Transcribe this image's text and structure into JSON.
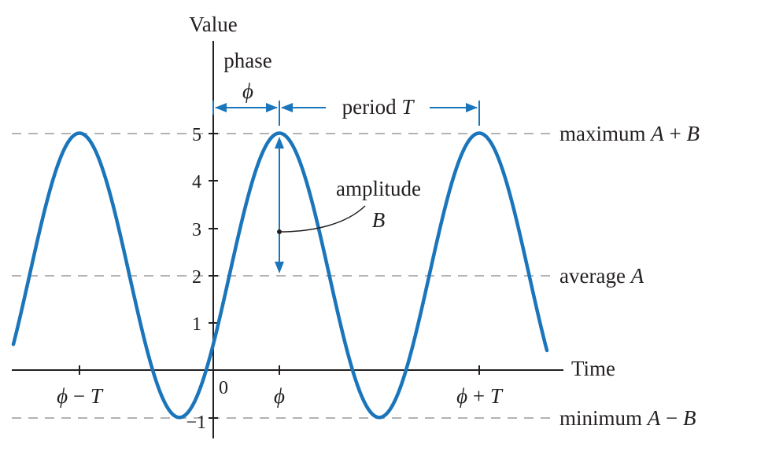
{
  "axes": {
    "y_label": "Value",
    "x_label": "Time",
    "y_ticks": [
      "5",
      "4",
      "3",
      "2",
      "1",
      "0",
      "−1"
    ],
    "x_ticks": {
      "phi_minus_T": {
        "symbol": "ϕ",
        "op": "−",
        "var": "T"
      },
      "phi": "ϕ",
      "phi_plus_T": {
        "symbol": "ϕ",
        "op": "+",
        "var": "T"
      }
    }
  },
  "annotations": {
    "phase_label": "phase",
    "phase_symbol": "ϕ",
    "period_text": "period ",
    "period_var": "T",
    "amplitude_label": "amplitude",
    "amplitude_var": "B",
    "maximum": {
      "text": "maximum ",
      "a": "A",
      "op": "+",
      "b": "B"
    },
    "average": {
      "text": "average ",
      "a": "A"
    },
    "minimum": {
      "text": "minimum ",
      "a": "A",
      "op": "−",
      "b": "B"
    }
  },
  "wave": {
    "average": 2,
    "amplitude": 3,
    "maximum": 5,
    "minimum": -1,
    "color": "#1a75bb"
  },
  "colors": {
    "curve": "#1a75bb",
    "arrow": "#1a75bb",
    "dashed": "#b3b3b3",
    "axis": "#231f20"
  }
}
